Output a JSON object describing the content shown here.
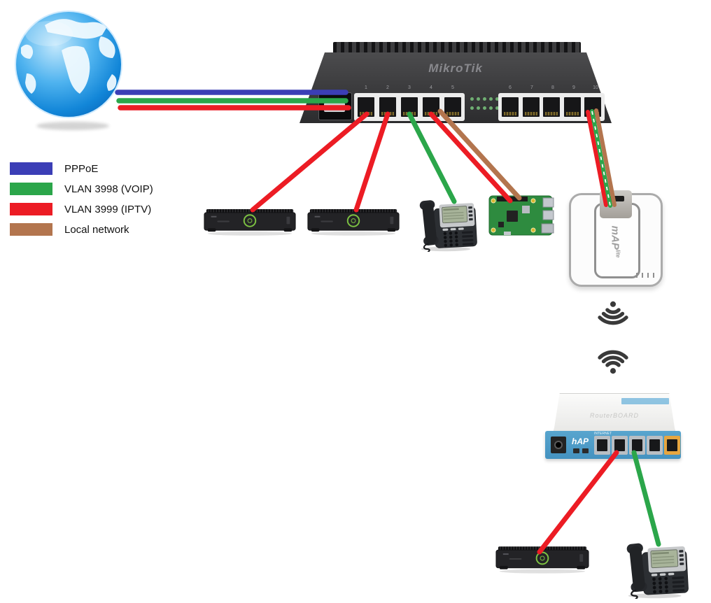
{
  "diagram": {
    "type": "network-topology",
    "description": "Home network VLAN topology with MikroTik routers, set-top boxes, IP phones, Raspberry Pi and wireless link"
  },
  "legend": {
    "items": [
      {
        "label": "PPPoE",
        "color": "#3B3EB6"
      },
      {
        "label": "VLAN 3998 (VOIP)",
        "color": "#2BA64A"
      },
      {
        "label": "VLAN 3999 (IPTV)",
        "color": "#EC1C24"
      },
      {
        "label": "Local network",
        "color": "#B3754E"
      }
    ]
  },
  "router": {
    "logo": "MikroTik",
    "port_labels": [
      "1",
      "2",
      "3",
      "4",
      "5",
      "6",
      "7",
      "8",
      "9",
      "10"
    ]
  },
  "map": {
    "logo": "mAP",
    "logo_sub": "lite"
  },
  "hap": {
    "logo": "hAP",
    "top_text": "RouterBOARD",
    "internet_label": "INTERNET"
  },
  "devices": [
    "internet-globe",
    "mikrotik-router",
    "set-top-box-1",
    "set-top-box-2",
    "ip-phone-1",
    "raspberry-pi",
    "map-lite-access-point",
    "hap-router",
    "set-top-box-3",
    "ip-phone-2"
  ],
  "connections": [
    {
      "from": "internet-globe",
      "to": "router-sfp",
      "type": "PPPoE"
    },
    {
      "from": "internet-globe",
      "to": "router-sfp",
      "type": "VLAN 3998 (VOIP)"
    },
    {
      "from": "internet-globe",
      "to": "router-sfp",
      "type": "VLAN 3999 (IPTV)"
    },
    {
      "from": "router-port-1",
      "to": "set-top-box-1",
      "type": "VLAN 3999 (IPTV)"
    },
    {
      "from": "router-port-2",
      "to": "set-top-box-2",
      "type": "VLAN 3999 (IPTV)"
    },
    {
      "from": "router-port-3",
      "to": "ip-phone-1",
      "type": "VLAN 3998 (VOIP)"
    },
    {
      "from": "router-port-4",
      "to": "raspberry-pi",
      "type": "VLAN 3999 (IPTV)"
    },
    {
      "from": "router-port-4",
      "to": "raspberry-pi",
      "type": "Local network"
    },
    {
      "from": "router-port-10",
      "to": "map-lite-access-point",
      "type": "VLAN 3999 (IPTV)"
    },
    {
      "from": "router-port-10",
      "to": "map-lite-access-point",
      "type": "VLAN 3998 (VOIP)"
    },
    {
      "from": "router-port-10",
      "to": "map-lite-access-point",
      "type": "Local network"
    },
    {
      "from": "map-lite-access-point",
      "to": "hap-router",
      "type": "wireless"
    },
    {
      "from": "hap-port-2",
      "to": "set-top-box-3",
      "type": "VLAN 3999 (IPTV)"
    },
    {
      "from": "hap-port-3",
      "to": "ip-phone-2",
      "type": "VLAN 3998 (VOIP)"
    }
  ]
}
